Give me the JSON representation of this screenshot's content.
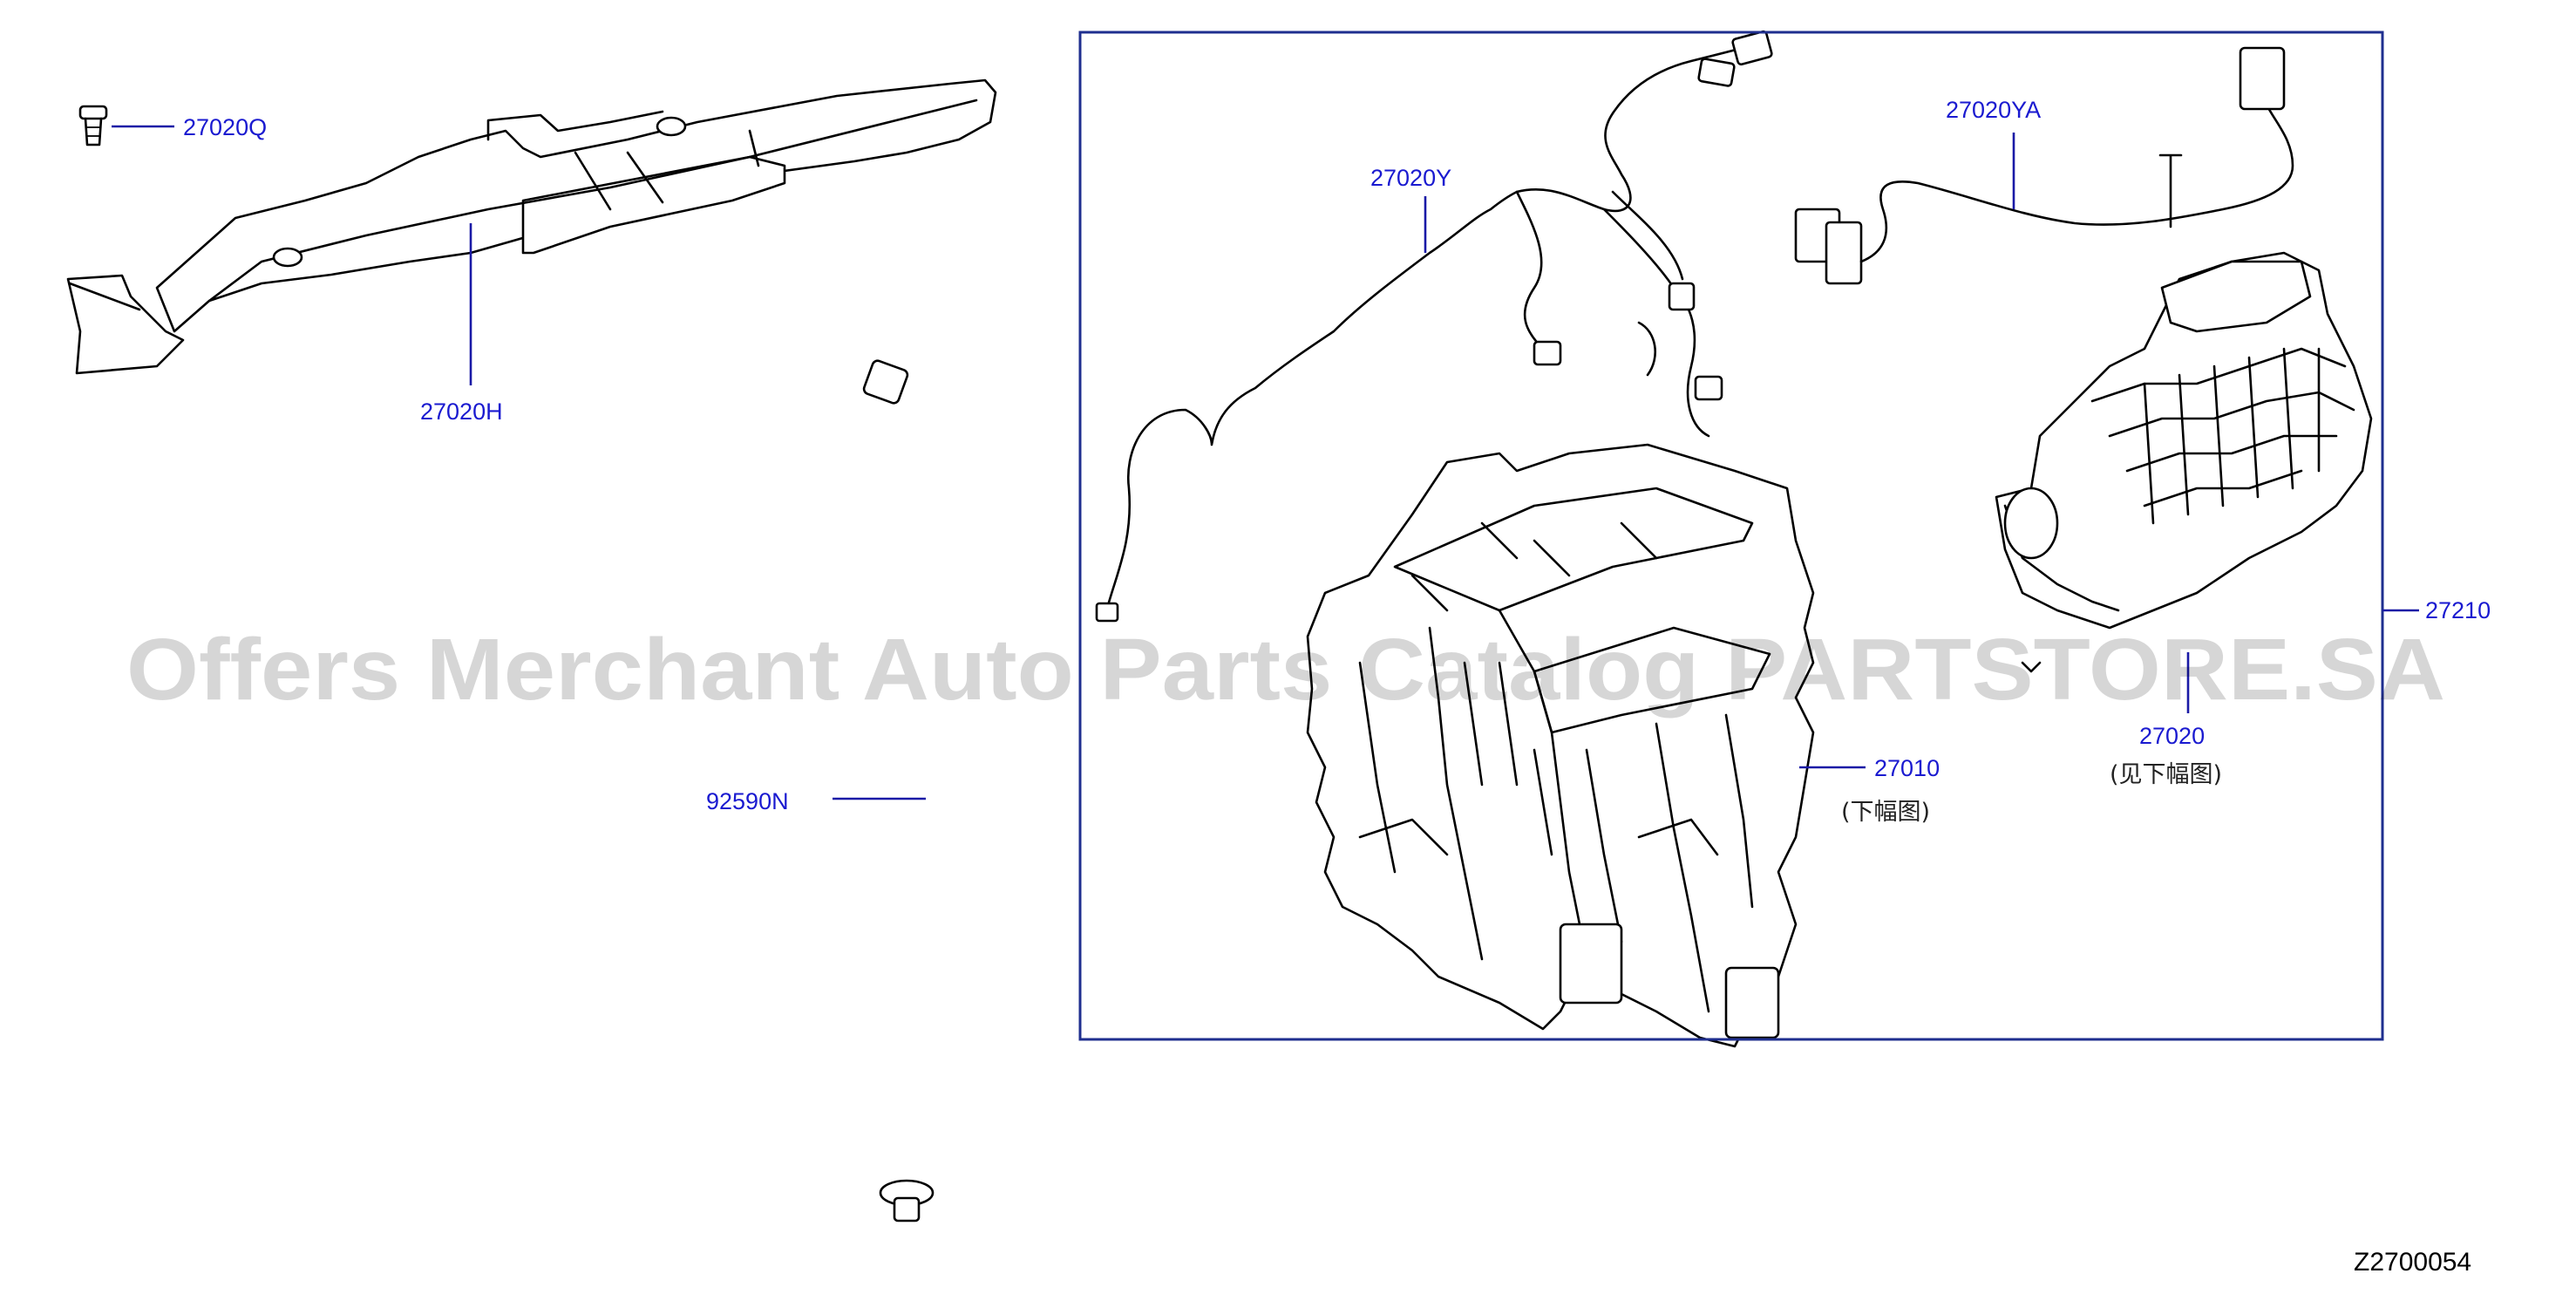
{
  "diagram": {
    "labels": {
      "clip": "27020Q",
      "duct_h": "27020H",
      "drain_hose": "92590N",
      "harness_y": "27020Y",
      "harness_ya": "27020YA",
      "heater_unit": "27010",
      "heater_note": "(下幅图)",
      "blower_unit": "27020",
      "blower_note": "(见下幅图)",
      "assembly": "27210"
    },
    "diagram_code": "Z2700054",
    "watermark": "Offers Merchant Auto Parts Catalog PARTSTORE.SA",
    "colors": {
      "label": "#1a1ad0",
      "frame": "#1f2f8f",
      "line": "#000000"
    }
  }
}
